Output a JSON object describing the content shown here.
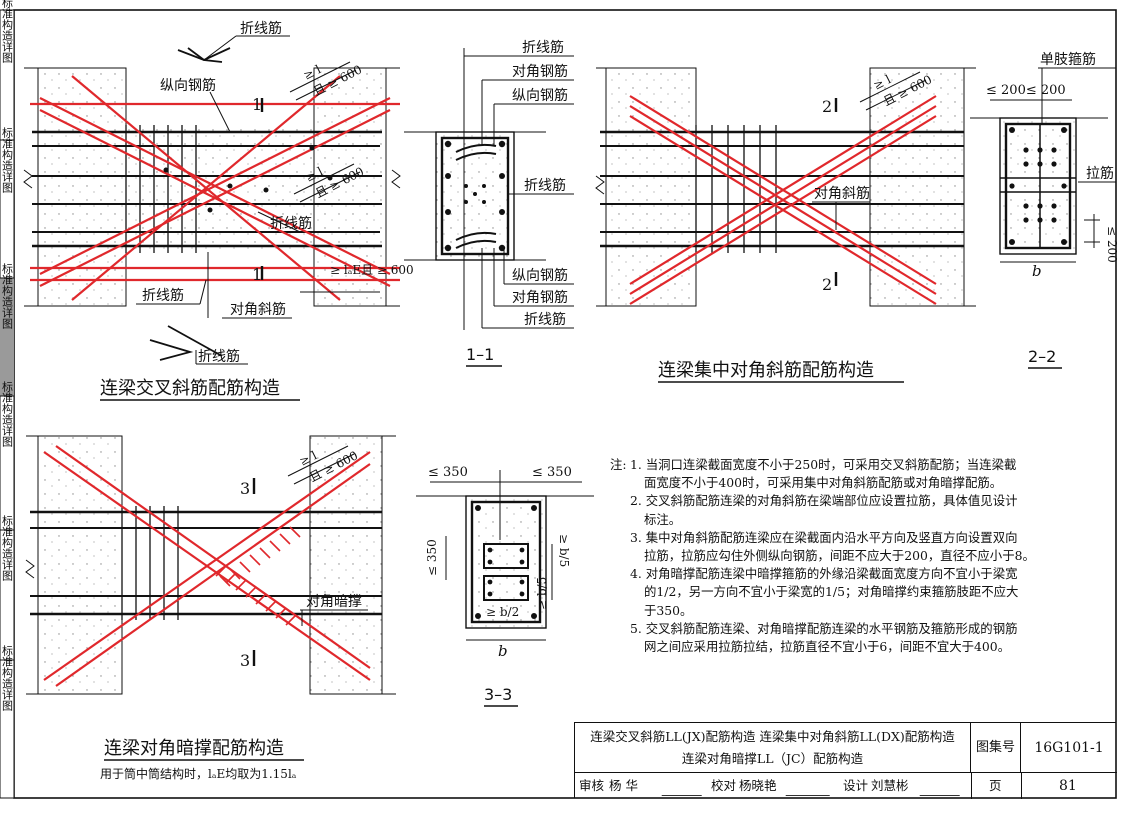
{
  "sidebar": {
    "tabs": [
      {
        "label": "标准构造详图"
      },
      {
        "label": "标准构造详图"
      },
      {
        "label": "标准构造详图"
      },
      {
        "label": "标准构造详图"
      },
      {
        "label": "标准构造详图"
      },
      {
        "label": "标准构造详图"
      }
    ]
  },
  "labels": {
    "zhexianjin": "折线筋",
    "zongxianggangjin": "纵向钢筋",
    "duijiaoxiejin": "对角斜筋",
    "duijiaogangjin": "对角钢筋",
    "duijiaoanCheng": "对角暗撑",
    "danzhigujin": "单肢箍筋",
    "lajin": "拉筋",
    "cut1": "1",
    "cut2": "2",
    "cut3": "3",
    "anchor_la": "≥ l",
    "anchor_sub": "aE",
    "anchor_600": "且 ≥ 600",
    "anchor_inline": "≥ lₐE且 ≥ 600",
    "dim_200_200": "≤ 200≤ 200",
    "dim_200": "≤ 200",
    "dim_350": "≤ 350",
    "dim_b": "b",
    "dim_b5a": "≥ b/5",
    "dim_b5b": "≥ b/5",
    "dim_b2": "≥ b/2"
  },
  "sections": {
    "s11": "1–1",
    "s22": "2–2",
    "s33": "3–3"
  },
  "titles": {
    "jx": "连梁交叉斜筋配筋构造",
    "dx": "连梁集中对角斜筋配筋构造",
    "jc": "连梁对角暗撑配筋构造",
    "jc_note": "用于筒中筒结构时，lₐE均取为1.15lₐ"
  },
  "notes": {
    "lead": "注:",
    "items": [
      [
        "1. 当洞口连梁截面宽度不小于250时，可采用交叉斜筋配筋；当连梁截",
        "面宽度不小于400时，可采用集中对角斜筋配筋或对角暗撑配筋。"
      ],
      [
        "2. 交叉斜筋配筋连梁的对角斜筋在梁端部位应设置拉筋，具体值见设计",
        "标注。"
      ],
      [
        "3. 集中对角斜筋配筋连梁应在梁截面内沿水平方向及竖直方向设置双向",
        "拉筋，拉筋应勾住外侧纵向钢筋，间距不应大于200，直径不应小于8。"
      ],
      [
        "4. 对角暗撑配筋连梁中暗撑箍筋的外缘沿梁截面宽度方向不宜小于梁宽",
        "的1/2，另一方向不宜小于梁宽的1/5；对角暗撑约束箍筋肢距不应大",
        "于350。"
      ],
      [
        "5. 交叉斜筋配筋连梁、对角暗撑配筋连梁的水平钢筋及箍筋形成的钢筋",
        "网之间应采用拉筋拉结，拉筋直径不宜小于6，间距不宜大于400。"
      ]
    ]
  },
  "title_block": {
    "line1": "连梁交叉斜筋LL(JX)配筋构造  连梁集中对角斜筋LL(DX)配筋构造",
    "line2": "连梁对角暗撑LL（JC）配筋构造",
    "atlas_label": "图集号",
    "atlas_value": "16G101-1",
    "review_label": "审核",
    "review_name": "杨  华",
    "check_label": "校对",
    "check_name": "杨晓艳",
    "design_label": "设计",
    "design_name": "刘慧彬",
    "page_label": "页",
    "page_value": "81"
  },
  "colors": {
    "rebar_red": "#e0282c",
    "ink": "#111111"
  }
}
